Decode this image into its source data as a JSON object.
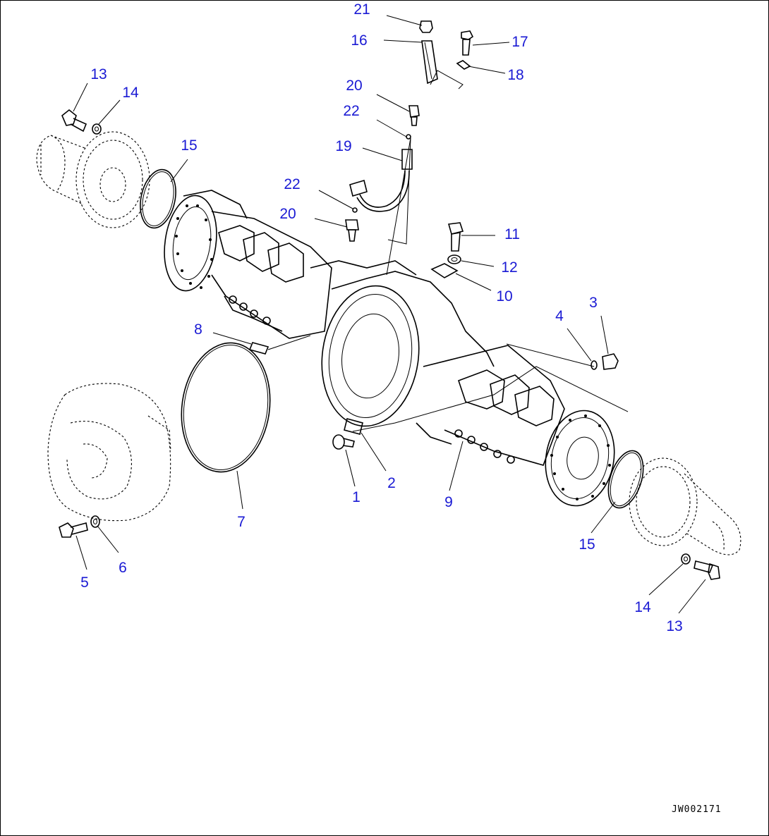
{
  "diagram": {
    "reference_code": "JW002171",
    "callout_color": "#1a1ad4",
    "callouts": [
      {
        "id": "c21",
        "label": "21"
      },
      {
        "id": "c16",
        "label": "16"
      },
      {
        "id": "c17",
        "label": "17"
      },
      {
        "id": "c18",
        "label": "18"
      },
      {
        "id": "c20a",
        "label": "20"
      },
      {
        "id": "c22a",
        "label": "22"
      },
      {
        "id": "c19",
        "label": "19"
      },
      {
        "id": "c22b",
        "label": "22"
      },
      {
        "id": "c20b",
        "label": "20"
      },
      {
        "id": "c13a",
        "label": "13"
      },
      {
        "id": "c14a",
        "label": "14"
      },
      {
        "id": "c15a",
        "label": "15"
      },
      {
        "id": "c11",
        "label": "11"
      },
      {
        "id": "c12",
        "label": "12"
      },
      {
        "id": "c10",
        "label": "10"
      },
      {
        "id": "c4",
        "label": "4"
      },
      {
        "id": "c3",
        "label": "3"
      },
      {
        "id": "c8",
        "label": "8"
      },
      {
        "id": "c2",
        "label": "2"
      },
      {
        "id": "c1",
        "label": "1"
      },
      {
        "id": "c9",
        "label": "9"
      },
      {
        "id": "c7",
        "label": "7"
      },
      {
        "id": "c15b",
        "label": "15"
      },
      {
        "id": "c5",
        "label": "5"
      },
      {
        "id": "c6",
        "label": "6"
      },
      {
        "id": "c14b",
        "label": "14"
      },
      {
        "id": "c13b",
        "label": "13"
      }
    ]
  }
}
